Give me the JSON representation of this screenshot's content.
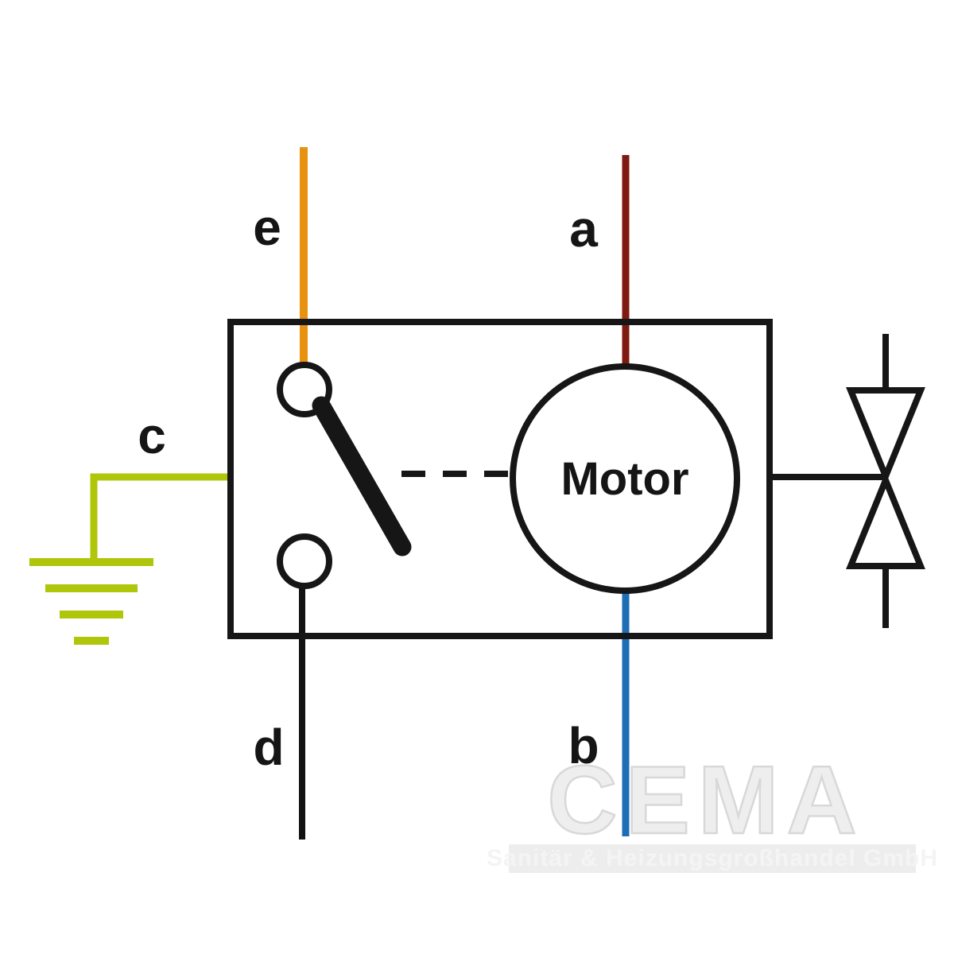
{
  "diagram": {
    "terminal_labels": {
      "e": "e",
      "a": "a",
      "c": "c",
      "d": "d",
      "b": "b"
    },
    "motor_label": "Motor",
    "colors": {
      "wire_e": "#E8930F",
      "wire_a": "#7E1A10",
      "wire_b": "#1E6EB5",
      "wire_c": "#AFC60B",
      "wire_d": "#121212",
      "ground": "#AFC60B",
      "outline": "#161616"
    },
    "watermark": {
      "title": "CEMA",
      "subtitle": "Sanitär & Heizungsgroßhandel GmbH"
    }
  }
}
